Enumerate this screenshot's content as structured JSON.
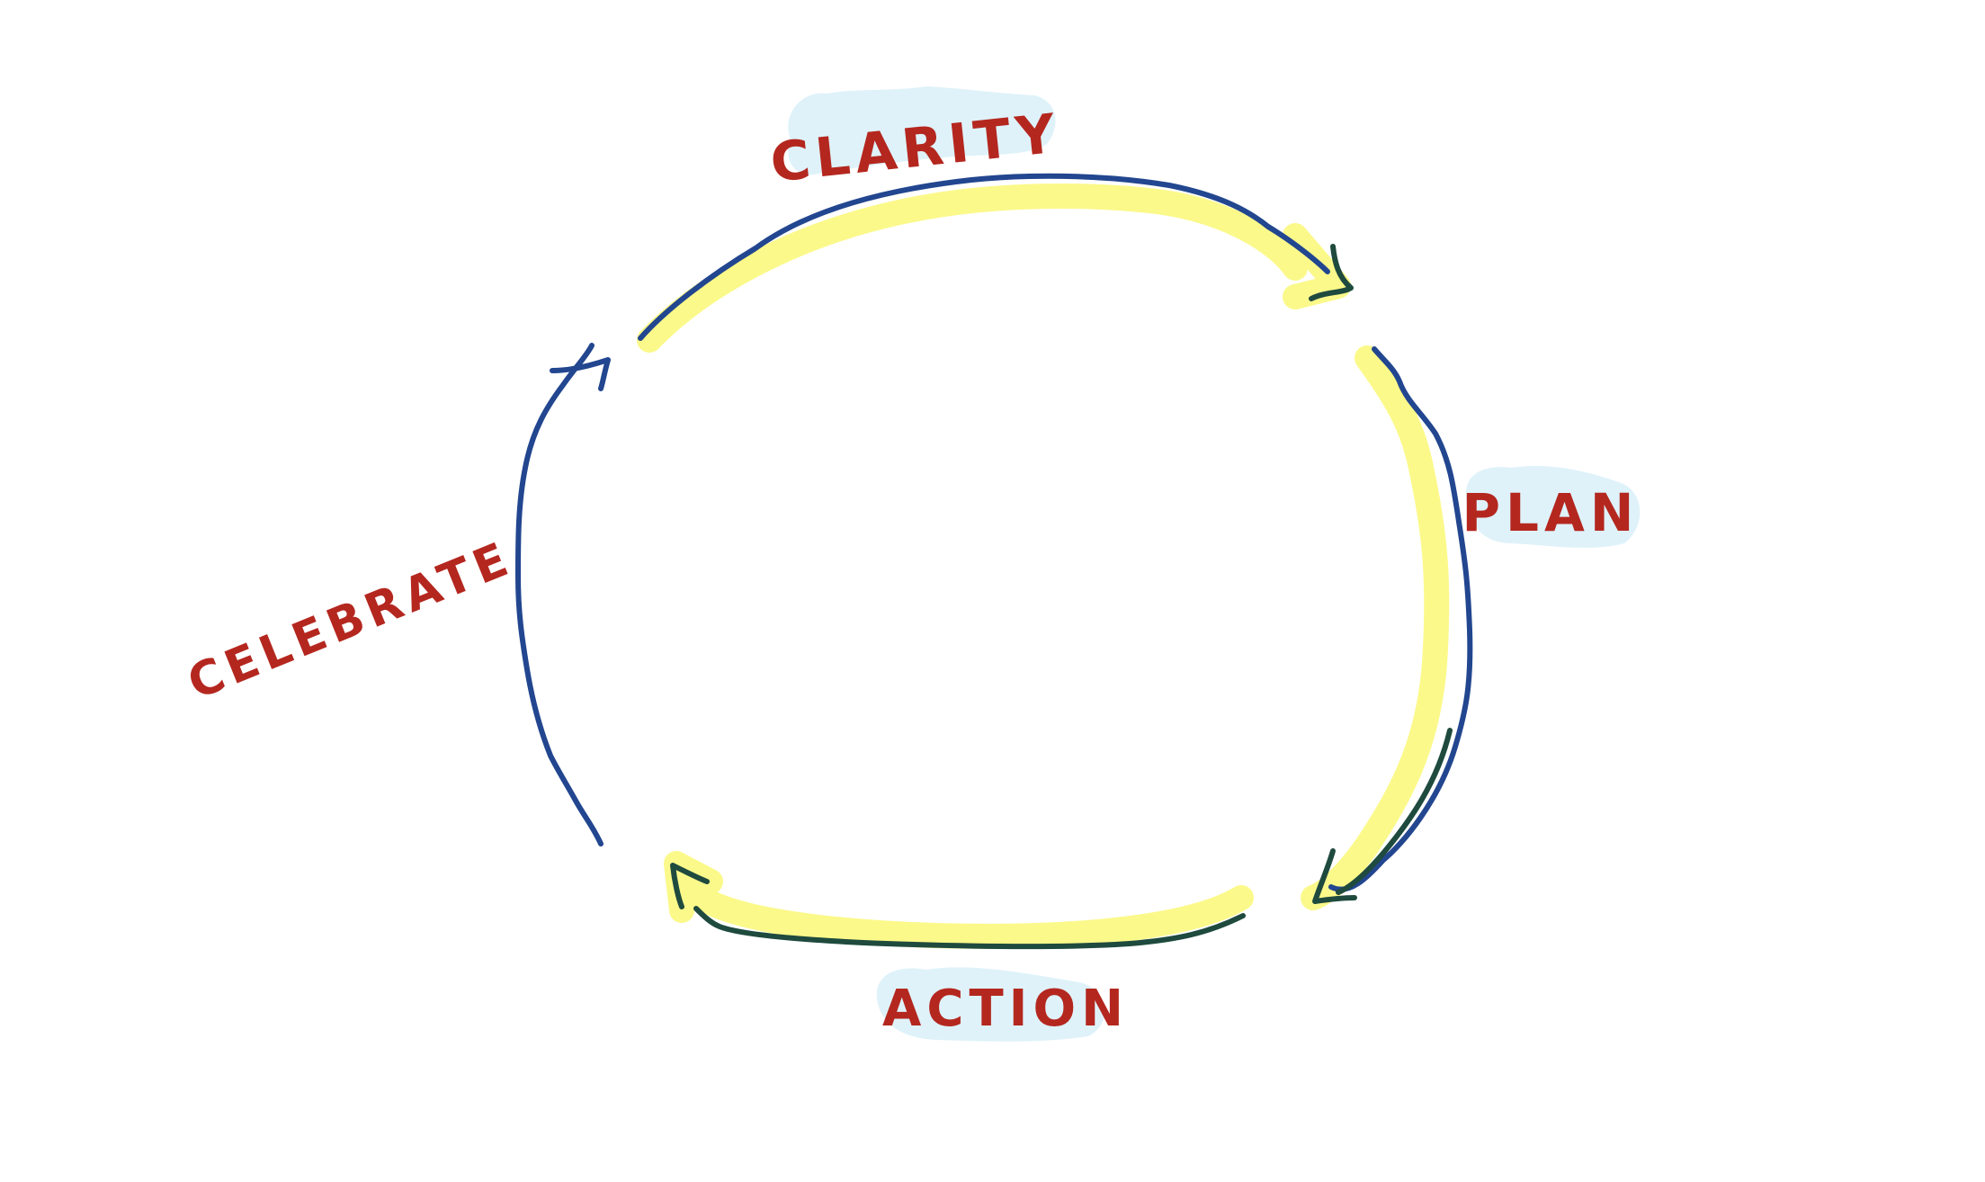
{
  "diagram": {
    "type": "cycle",
    "steps": [
      {
        "id": "clarity",
        "label": "CLARITY"
      },
      {
        "id": "plan",
        "label": "PLAN"
      },
      {
        "id": "action",
        "label": "ACTION"
      },
      {
        "id": "celebrate",
        "label": "CELEBRATE"
      }
    ],
    "colors": {
      "label_text": "#b4271f",
      "label_highlight": "#dff2fa",
      "arrow_blue": "#22468f",
      "arrow_dark_green": "#1f4a3e",
      "highlighter_yellow": "#fbf98a"
    }
  }
}
